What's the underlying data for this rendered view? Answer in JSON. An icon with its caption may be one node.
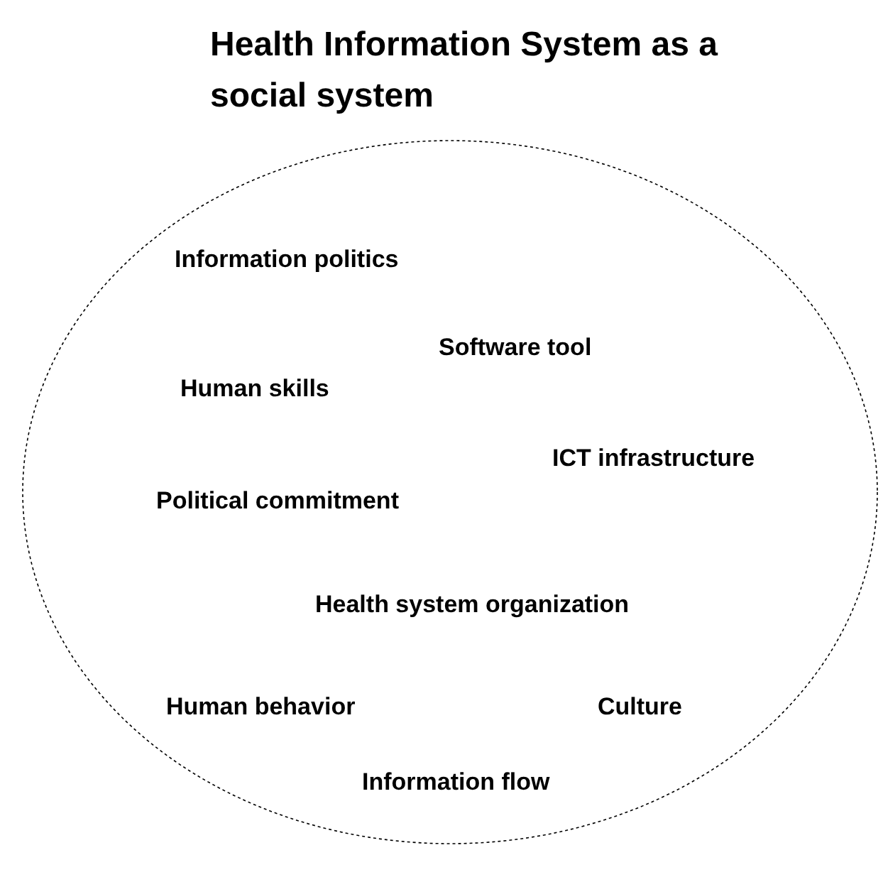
{
  "diagram": {
    "title": "Health Information System as a social system",
    "nodes": [
      {
        "text": [
          "Information politics",
          "Software tool",
          "Human skills",
          "ICT infrastructure",
          "Political commitment",
          "Health system organization",
          "Human behavior",
          "Culture",
          "Information flow"
        ]
      }
    ]
  }
}
